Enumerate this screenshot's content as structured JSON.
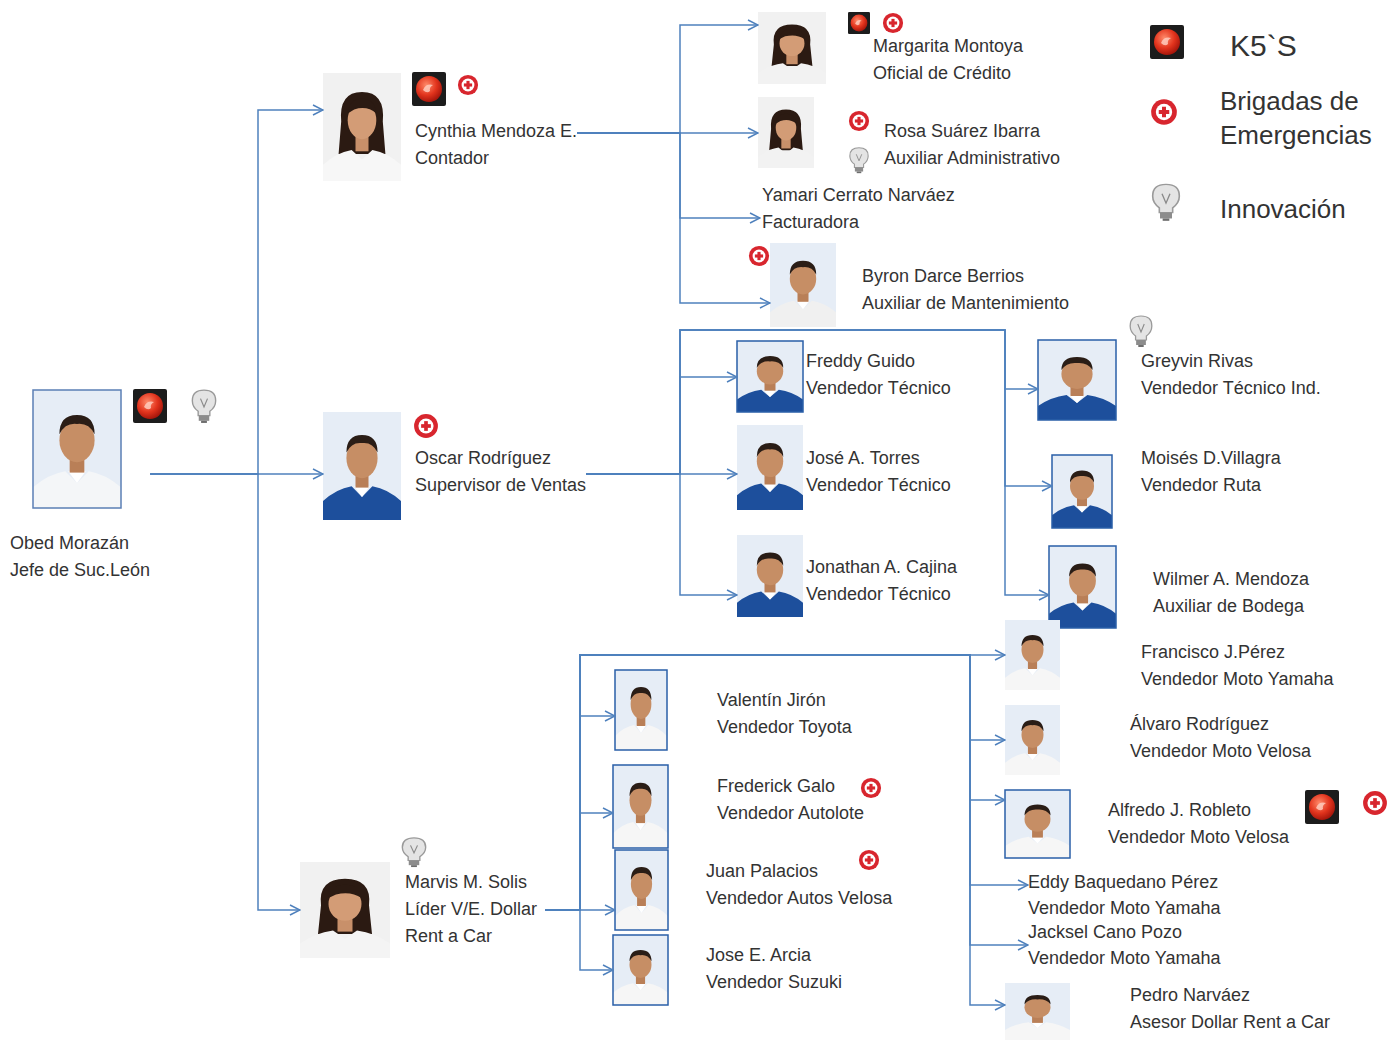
{
  "diagram": {
    "nodes": [
      {
        "text": [
          "Obed Morazán",
          "Jefe de Suc.León"
        ]
      },
      {
        "text": [
          "Cynthia Mendoza E.",
          "Contador"
        ]
      },
      {
        "text": [
          "Oscar Rodríguez",
          "Supervisor de Ventas"
        ]
      },
      {
        "text": [
          "Marvis M. Solis",
          "Líder V/E. Dollar Rent a Car"
        ]
      },
      {
        "text": [
          "Margarita Montoya",
          "Oficial de Crédito"
        ]
      },
      {
        "text": [
          "Rosa Suárez Ibarra",
          "Auxiliar Administrativo"
        ]
      },
      {
        "text": [
          "Yamari Cerrato Narváez",
          "Facturadora"
        ]
      },
      {
        "text": [
          "Byron Darce Berrios",
          "Auxiliar de Mantenimiento"
        ]
      },
      {
        "text": [
          "Freddy Guido",
          "Vendedor Técnico"
        ]
      },
      {
        "text": [
          "José A. Torres",
          "Vendedor Técnico"
        ]
      },
      {
        "text": [
          "Jonathan A. Cajina",
          "Vendedor Técnico"
        ]
      },
      {
        "text": [
          "Greyvin Rivas",
          "Vendedor Técnico Ind."
        ]
      },
      {
        "text": [
          "Moisés D.Villagra",
          "Vendedor Ruta"
        ]
      },
      {
        "text": [
          "Wilmer A. Mendoza",
          "Auxiliar de Bodega"
        ]
      },
      {
        "text": [
          "Valentín Jirón",
          "Vendedor Toyota"
        ]
      },
      {
        "text": [
          "Frederick Galo",
          "Vendedor Autolote"
        ]
      },
      {
        "text": [
          "Juan Palacios",
          "Vendedor Autos Velosa"
        ]
      },
      {
        "text": [
          "Jose E. Arcia",
          "Vendedor Suzuki"
        ]
      },
      {
        "text": [
          "Francisco J.Pérez",
          "Vendedor Moto Yamaha"
        ]
      },
      {
        "text": [
          "Álvaro Rodríguez",
          "Vendedor Moto Velosa"
        ]
      },
      {
        "text": [
          "Alfredo J. Robleto",
          "Vendedor Moto Velosa"
        ]
      },
      {
        "text": [
          "Eddy Baquedano Pérez",
          "Vendedor Moto Yamaha"
        ]
      },
      {
        "text": [
          "Jacksel Cano Pozo",
          "Vendedor Moto Yamaha"
        ]
      },
      {
        "text": [
          "Pedro Narváez",
          "Asesor Dollar Rent a Car"
        ]
      }
    ],
    "edges": [
      {
        "from": 0,
        "to": 1,
        "arrow": "to"
      },
      {
        "from": 0,
        "to": 2,
        "arrow": "to"
      },
      {
        "from": 0,
        "to": 3,
        "arrow": "to"
      },
      {
        "from": 1,
        "to": 4,
        "arrow": "to"
      },
      {
        "from": 1,
        "to": 5,
        "arrow": "to"
      },
      {
        "from": 1,
        "to": 6,
        "arrow": "to"
      },
      {
        "from": 1,
        "to": 7,
        "arrow": "to"
      },
      {
        "from": 2,
        "to": 8,
        "arrow": "to"
      },
      {
        "from": 2,
        "to": 9,
        "arrow": "to"
      },
      {
        "from": 2,
        "to": 10,
        "arrow": "to"
      },
      {
        "from": 2,
        "to": 11,
        "arrow": "to"
      },
      {
        "from": 2,
        "to": 12,
        "arrow": "to"
      },
      {
        "from": 2,
        "to": 13,
        "arrow": "to"
      },
      {
        "from": 3,
        "to": 14,
        "arrow": "to"
      },
      {
        "from": 3,
        "to": 15,
        "arrow": "to"
      },
      {
        "from": 3,
        "to": 16,
        "arrow": "to"
      },
      {
        "from": 3,
        "to": 17,
        "arrow": "to"
      },
      {
        "from": 3,
        "to": 18,
        "arrow": "to"
      },
      {
        "from": 3,
        "to": 19,
        "arrow": "to"
      },
      {
        "from": 3,
        "to": 20,
        "arrow": "to"
      },
      {
        "from": 3,
        "to": 21,
        "arrow": "to"
      },
      {
        "from": 3,
        "to": 22,
        "arrow": "to"
      },
      {
        "from": 3,
        "to": 23,
        "arrow": "to"
      }
    ],
    "legend": [
      {
        "text": "K5`S"
      },
      {
        "text": "Brigadas de Emergencias"
      },
      {
        "text": "Innovación"
      }
    ]
  }
}
